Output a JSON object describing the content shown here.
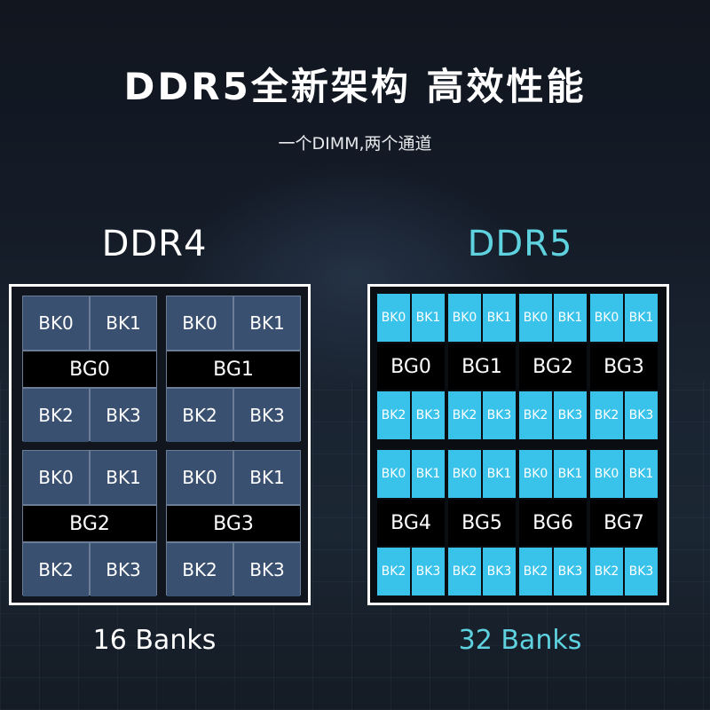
{
  "title": "DDR5全新架构  高效性能",
  "subtitle": "一个DIMM,两个通道",
  "colors": {
    "ddr4_bank": "#3a5070",
    "ddr5_bank": "#39c2ea",
    "ddr5_accent": "#5fd2df"
  },
  "ddr4": {
    "label": "DDR4",
    "bank_count": "16 Banks",
    "groups": [
      {
        "name": "BG0",
        "banks": [
          "BK0",
          "BK1",
          "BK2",
          "BK3"
        ]
      },
      {
        "name": "BG1",
        "banks": [
          "BK0",
          "BK1",
          "BK2",
          "BK3"
        ]
      },
      {
        "name": "BG2",
        "banks": [
          "BK0",
          "BK1",
          "BK2",
          "BK3"
        ]
      },
      {
        "name": "BG3",
        "banks": [
          "BK0",
          "BK1",
          "BK2",
          "BK3"
        ]
      }
    ]
  },
  "ddr5": {
    "label": "DDR5",
    "bank_count": "32 Banks",
    "groups": [
      {
        "name": "BG0",
        "banks": [
          "BK0",
          "BK1",
          "BK2",
          "BK3"
        ]
      },
      {
        "name": "BG1",
        "banks": [
          "BK0",
          "BK1",
          "BK2",
          "BK3"
        ]
      },
      {
        "name": "BG2",
        "banks": [
          "BK0",
          "BK1",
          "BK2",
          "BK3"
        ]
      },
      {
        "name": "BG3",
        "banks": [
          "BK0",
          "BK1",
          "BK2",
          "BK3"
        ]
      },
      {
        "name": "BG4",
        "banks": [
          "BK0",
          "BK1",
          "BK2",
          "BK3"
        ]
      },
      {
        "name": "BG5",
        "banks": [
          "BK0",
          "BK1",
          "BK2",
          "BK3"
        ]
      },
      {
        "name": "BG6",
        "banks": [
          "BK0",
          "BK1",
          "BK2",
          "BK3"
        ]
      },
      {
        "name": "BG7",
        "banks": [
          "BK0",
          "BK1",
          "BK2",
          "BK3"
        ]
      }
    ]
  }
}
